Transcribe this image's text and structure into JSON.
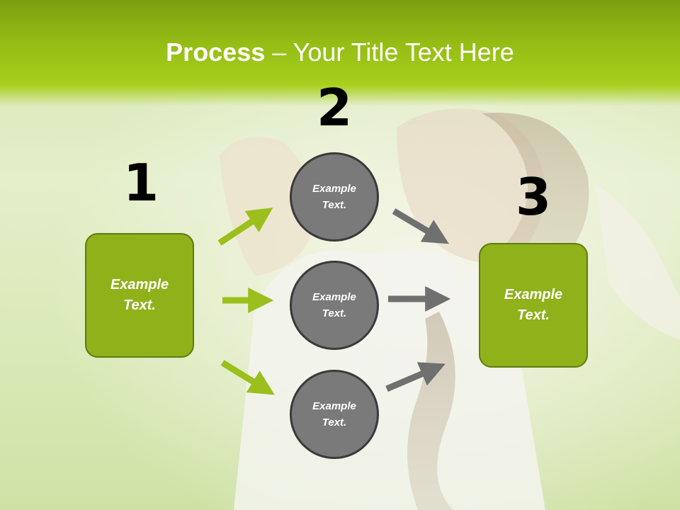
{
  "slide": {
    "title_bold": "Process",
    "title_rest": " – Your Title Text Here"
  },
  "steps": {
    "one": {
      "number": "1",
      "box_text": "Example Text."
    },
    "two": {
      "number": "2",
      "circles": [
        "Example Text.",
        "Example Text.",
        "Example Text."
      ]
    },
    "three": {
      "number": "3",
      "box_text": "Example Text."
    }
  },
  "colors": {
    "title_band": "#94bc14",
    "box_fill": "#8fb11a",
    "circle_fill": "#7a7a7a",
    "green_arrow": "#9bbf1c",
    "gray_arrow": "#707070"
  }
}
